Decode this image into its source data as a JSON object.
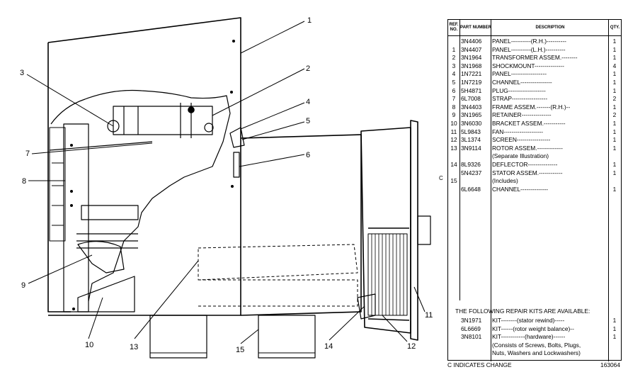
{
  "callouts": [
    "1",
    "2",
    "3",
    "4",
    "5",
    "6",
    "7",
    "8",
    "9",
    "10",
    "11",
    "12",
    "13",
    "14",
    "15"
  ],
  "table": {
    "headers": {
      "ref": "REF. NO.",
      "part": "PART NUMBER",
      "desc": "DESCRIPTION",
      "qty": "QTY."
    },
    "rows": [
      {
        "ref": "",
        "part": "3N4406",
        "desc": "PANEL----------(R.H.)----------",
        "qty": "1"
      },
      {
        "ref": "1",
        "part": "3N4407",
        "desc": "PANEL----------(L.H.)----------",
        "qty": "1"
      },
      {
        "ref": "2",
        "part": "3N1964",
        "desc": "TRANSFORMER ASSEM.--------",
        "qty": "1"
      },
      {
        "ref": "3",
        "part": "3N1968",
        "desc": "SHOCKMOUNT---------------",
        "qty": "4"
      },
      {
        "ref": "4",
        "part": "1N7221",
        "desc": "PANEL------------------",
        "qty": "1"
      },
      {
        "ref": "5",
        "part": "1N7219",
        "desc": "CHANNEL----------------",
        "qty": "1"
      },
      {
        "ref": "6",
        "part": "5H4871",
        "desc": "PLUG-------------------",
        "qty": "1"
      },
      {
        "ref": "7",
        "part": "6L7008",
        "desc": "STRAP------------------",
        "qty": "2"
      },
      {
        "ref": "8",
        "part": "3N4403",
        "desc": "FRAME ASSEM.-------(R.H.)--",
        "qty": "1"
      },
      {
        "ref": "9",
        "part": "3N1965",
        "desc": "RETAINER---------------",
        "qty": "2"
      },
      {
        "ref": "10",
        "part": "3N6030",
        "desc": "BRACKET ASSEM.-----------",
        "qty": "1"
      },
      {
        "ref": "11",
        "part": "5L9843",
        "desc": "FAN--------------------",
        "qty": "1"
      },
      {
        "ref": "12",
        "part": "3L1374",
        "desc": "SCREEN-----------------",
        "qty": "1"
      },
      {
        "ref": "13",
        "part": "3N9114",
        "desc": "ROTOR ASSEM.-------------",
        "qty": "1"
      },
      {
        "ref": "",
        "part": "",
        "desc": "(Separate Illustration)",
        "qty": ""
      },
      {
        "ref": "14",
        "part": "8L9326",
        "desc": "DEFLECTOR---------------",
        "qty": "1"
      },
      {
        "ref": "",
        "part": "5N4237",
        "desc": "STATOR ASSEM.------------",
        "qty": "1"
      },
      {
        "ref": "15",
        "part": "",
        "desc": "(Includes)",
        "qty": ""
      },
      {
        "ref": "",
        "part": "6L6648",
        "desc": "CHANNEL--------------",
        "qty": "1"
      }
    ],
    "kits_title": "THE FOLLOWING REPAIR KITS ARE AVAILABLE:",
    "kits": [
      {
        "part": "3N1971",
        "desc": "KIT--------(stator rewind)-----",
        "qty": "1"
      },
      {
        "part": "6L6669",
        "desc": "KIT------(rotor weight balance)--",
        "qty": "1"
      },
      {
        "part": "3N8101",
        "desc": "KIT------------(hardware)------",
        "qty": "1"
      },
      {
        "part": "",
        "desc": "(Consists of Screws, Bolts, Plugs,",
        "qty": ""
      },
      {
        "part": "",
        "desc": "Nuts, Washers and Lockwashers)",
        "qty": ""
      }
    ]
  },
  "change_mark": "C",
  "footer": {
    "note": "C INDICATES CHANGE",
    "number": "163064"
  }
}
